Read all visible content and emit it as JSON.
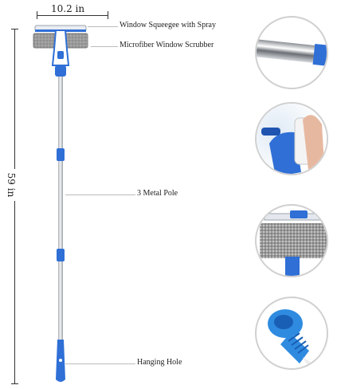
{
  "dimensions": {
    "width_label": "10.2 in",
    "height_label": "59 in"
  },
  "callouts": {
    "squeegee": "Window Squeegee with Spray",
    "scrubber": "Microfiber Window Scrubber",
    "pole": "3 Metal Pole",
    "hole": "Hanging Hole"
  },
  "colors": {
    "accent_blue": "#2f6fd6",
    "metal": "#c9ccd1",
    "microfiber": "#9a9a9a"
  },
  "detail_images": [
    "metal-tube-closeup",
    "spray-nozzle-closeup",
    "microfiber-pad-closeup",
    "blue-end-cap-closeup"
  ]
}
